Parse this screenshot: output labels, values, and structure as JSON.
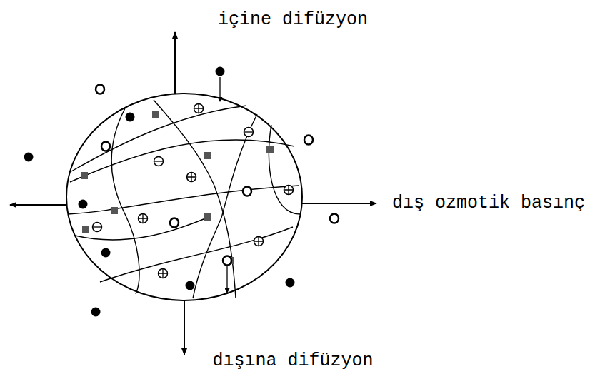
{
  "diagram": {
    "labels": [
      "içine difüzyon",
      "dış ozmotik basınç",
      "dışına difüzyon"
    ]
  }
}
